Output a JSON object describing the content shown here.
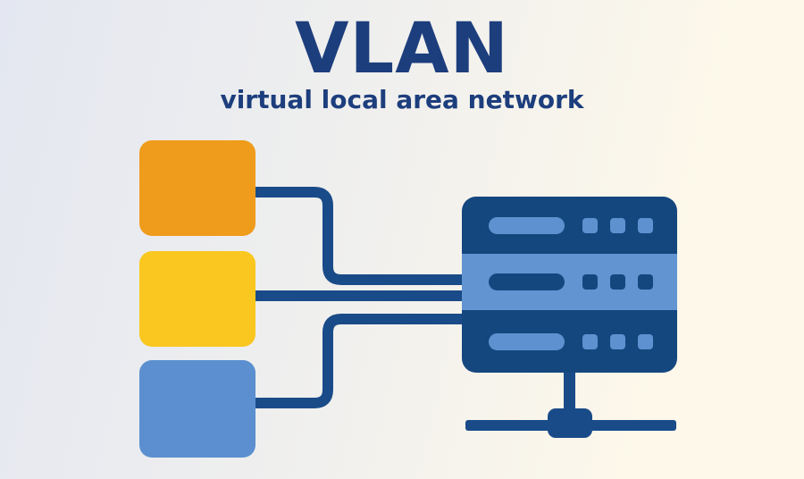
{
  "title": "VLAN",
  "subtitle": "virtual local area network",
  "colors": {
    "bg_left": "#e4e7f1",
    "bg_mid": "#efefee",
    "bg_right": "#fdf8ea",
    "heading": "#1d3e7d",
    "navy": "#1a4b89",
    "switch_dark": "#15477f",
    "switch_light": "#6294d2",
    "accent_blue": "#5e91cf",
    "client_orange": "#ef9c1c",
    "client_yellow": "#f9c71f",
    "client_blue": "#5b8fd0"
  },
  "diagram": {
    "clients": [
      {
        "id": "orange-client"
      },
      {
        "id": "yellow-client"
      },
      {
        "id": "blue-client"
      }
    ],
    "switch_units": 3,
    "ports_per_unit": 3
  }
}
